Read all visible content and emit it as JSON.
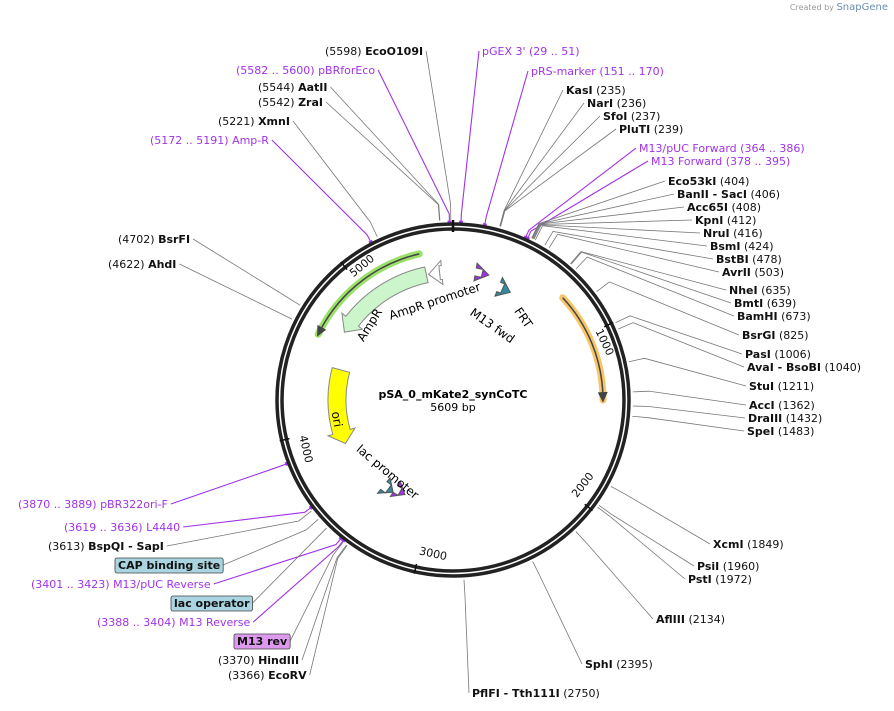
{
  "credit": {
    "prefix": "Created by",
    "brand": "SnapGene"
  },
  "plasmid": {
    "name": "pSA_0_mKate2_synCoTC",
    "size_label": "5609 bp",
    "length": 5609
  },
  "ticks": [
    "1000",
    "2000",
    "3000",
    "4000",
    "5000"
  ],
  "features": [
    {
      "label": "AmpR promoter"
    },
    {
      "label": "AmpR"
    },
    {
      "label": "ori"
    },
    {
      "label": "lac promoter"
    },
    {
      "label": "M13 fwd"
    },
    {
      "label": "FRT"
    }
  ],
  "colors": {
    "ampr": "#ccf5cc",
    "ori": "#ffff00",
    "orf_orange": "#f7c56a",
    "orf_green": "#9be06a",
    "frt": "#2f8aa0",
    "primer": "#a033e8",
    "box": "#a9d4e0"
  },
  "sites": [
    {
      "pos": "(5598)",
      "name": "EcoO109I"
    },
    {
      "pos": "(29 .. 51)",
      "name": "pGEX 3'"
    },
    {
      "pos": "(5582 .. 5600)",
      "name": "pBRforEco"
    },
    {
      "pos": "(151 .. 170)",
      "name": "pRS-marker"
    },
    {
      "pos": "(5544)",
      "name": "AatII"
    },
    {
      "pos": "(235)",
      "name": "KasI"
    },
    {
      "pos": "(5542)",
      "name": "ZraI"
    },
    {
      "pos": "(236)",
      "name": "NarI"
    },
    {
      "pos": "(237)",
      "name": "SfoI"
    },
    {
      "pos": "(239)",
      "name": "PluTI"
    },
    {
      "pos": "(5221)",
      "name": "XmnI"
    },
    {
      "pos": "(5172 .. 5191)",
      "name": "Amp-R"
    },
    {
      "pos": "(364 .. 386)",
      "name": "M13/pUC Forward"
    },
    {
      "pos": "(378 .. 395)",
      "name": "M13 Forward"
    },
    {
      "pos": "(404)",
      "name": "Eco53kI"
    },
    {
      "pos": "(406)",
      "name": "BanII  - SacI"
    },
    {
      "pos": "(408)",
      "name": "Acc65I"
    },
    {
      "pos": "(412)",
      "name": "KpnI"
    },
    {
      "pos": "(416)",
      "name": "NruI"
    },
    {
      "pos": "(424)",
      "name": "BsmI"
    },
    {
      "pos": "(478)",
      "name": "BstBI"
    },
    {
      "pos": "(503)",
      "name": "AvrII"
    },
    {
      "pos": "(635)",
      "name": "NheI"
    },
    {
      "pos": "(639)",
      "name": "BmtI"
    },
    {
      "pos": "(673)",
      "name": "BamHI"
    },
    {
      "pos": "(825)",
      "name": "BsrGI"
    },
    {
      "pos": "(1006)",
      "name": "PasI"
    },
    {
      "pos": "(1040)",
      "name": "AvaI  - BsoBI"
    },
    {
      "pos": "(1211)",
      "name": "StuI"
    },
    {
      "pos": "(1362)",
      "name": "AccI"
    },
    {
      "pos": "(1432)",
      "name": "DraIII"
    },
    {
      "pos": "(1483)",
      "name": "SpeI"
    },
    {
      "pos": "(1849)",
      "name": "XcmI"
    },
    {
      "pos": "(1960)",
      "name": "PsiI"
    },
    {
      "pos": "(1972)",
      "name": "PstI"
    },
    {
      "pos": "(2134)",
      "name": "AflIII"
    },
    {
      "pos": "(2395)",
      "name": "SphI"
    },
    {
      "pos": "(2750)",
      "name": "PflFI  - Tth111I"
    },
    {
      "pos": "(4702)",
      "name": "BsrFI"
    },
    {
      "pos": "(4622)",
      "name": "AhdI"
    },
    {
      "pos": "(3870 .. 3889)",
      "name": "pBR322ori-F"
    },
    {
      "pos": "(3619 .. 3636)",
      "name": "L4440"
    },
    {
      "pos": "(3613)",
      "name": "BspQI  - SapI"
    },
    {
      "pos": "",
      "name": "CAP binding site"
    },
    {
      "pos": "(3401 .. 3423)",
      "name": "M13/pUC Reverse"
    },
    {
      "pos": "",
      "name": "lac operator"
    },
    {
      "pos": "(3388 .. 3404)",
      "name": "M13 Reverse"
    },
    {
      "pos": "",
      "name": "M13 rev"
    },
    {
      "pos": "(3370)",
      "name": "HindIII"
    },
    {
      "pos": "(3366)",
      "name": "EcoRV"
    }
  ]
}
